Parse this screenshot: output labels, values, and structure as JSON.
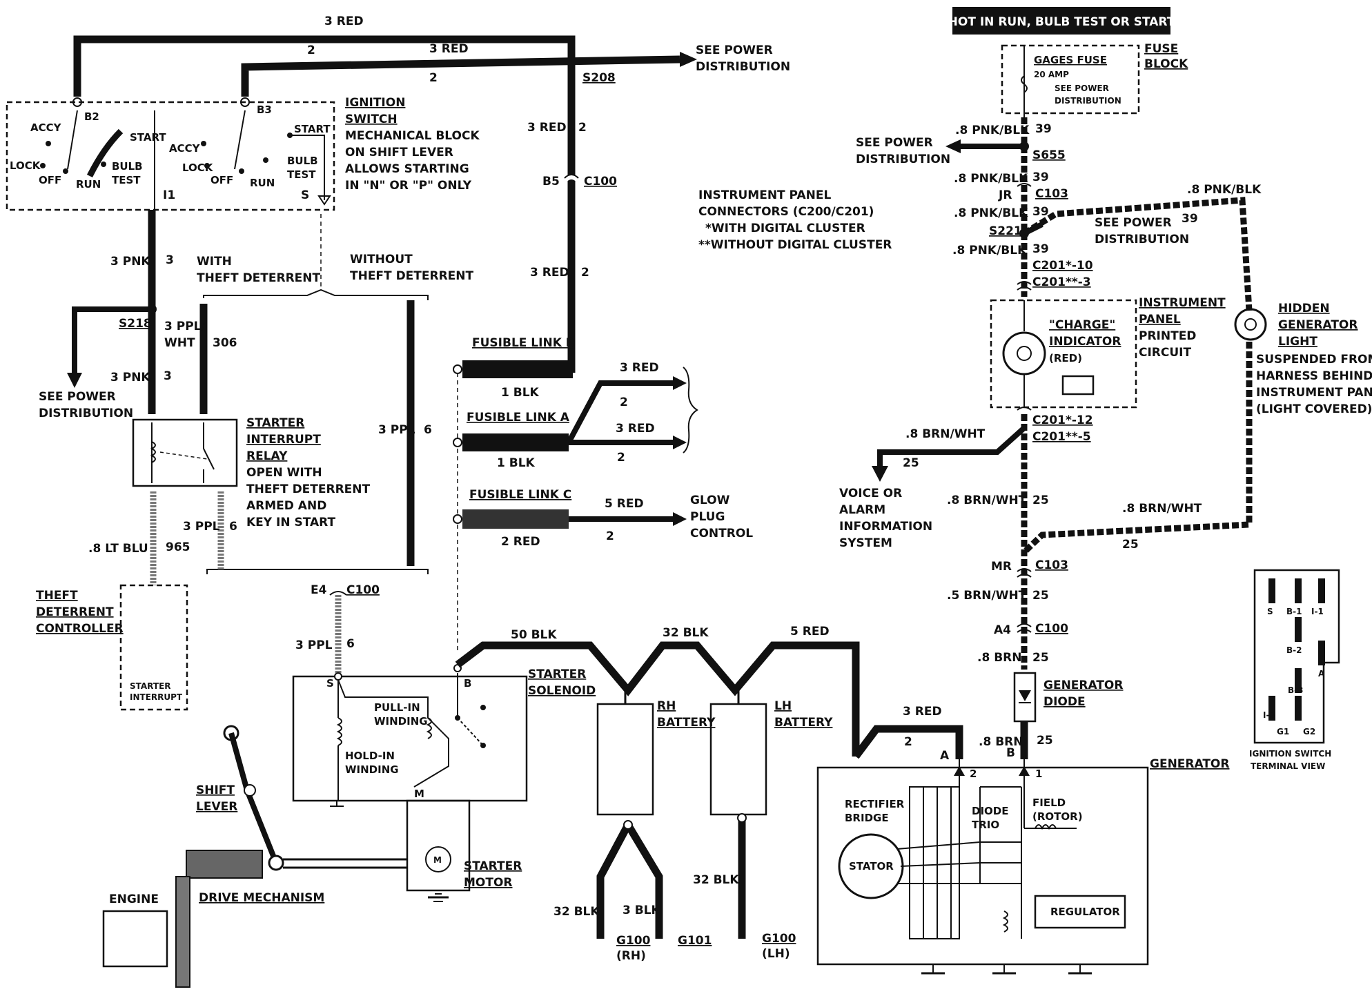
{
  "header_banner": "HOT IN RUN, BULB TEST OR START",
  "labels": {
    "top_3red": "3 RED",
    "top_2": "2",
    "top2_3red": "3 RED",
    "top2_2": "2",
    "see_power_top": "SEE POWER",
    "see_power_top2": "DISTRIBUTION",
    "s208": "S208",
    "ign_title1": "IGNITION",
    "ign_title2": "SWITCH",
    "ign_title3": "MECHANICAL BLOCK",
    "ign_title4": "ON SHIFT LEVER",
    "ign_title5": "ALLOWS STARTING",
    "ign_title6": "IN \"N\" OR \"P\" ONLY",
    "b2": "B2",
    "b3": "B3",
    "i1": "I1",
    "s_term": "S",
    "accy1": "ACCY",
    "lock1": "LOCK",
    "off1": "OFF",
    "run1": "RUN",
    "start1": "START",
    "bulb1": "BULB",
    "test1": "TEST",
    "accy2": "ACCY",
    "lock2": "LOCK",
    "off2": "OFF",
    "run2": "RUN",
    "start2": "START",
    "bulb2": "BULB",
    "test2": "TEST",
    "c100_3red": "3 RED",
    "c100_2": "2",
    "b5": "B5",
    "c100a": "C100",
    "c100b_3red": "3 RED",
    "c100b_2": "2",
    "pnk3": "3 PNK",
    "pnk3n": "3",
    "with_td1": "WITH",
    "with_td2": "THEFT DETERRENT",
    "without_td1": "WITHOUT",
    "without_td2": "THEFT DETERRENT",
    "s218": "S218",
    "ppl_wht1": "3 PPL/",
    "ppl_wht2": "WHT",
    "n306": "306",
    "see_pd_left1": "SEE POWER",
    "see_pd_left2": "DISTRIBUTION",
    "pnk3b": "3 PNK",
    "pnk3bn": "3",
    "sir1": "STARTER",
    "sir2": "INTERRUPT",
    "sir3": "RELAY",
    "sir4": "OPEN WITH",
    "sir5": "THEFT DETERRENT",
    "sir6": "ARMED AND",
    "sir7": "KEY IN START",
    "ppl3": "3 PPL",
    "ppl3n": "6",
    "ppl3b": "3 PPL",
    "ppl3bn": "6",
    "ltblu": ".8 LT BLU",
    "n965": "965",
    "tdc1": "THEFT",
    "tdc2": "DETERRENT",
    "tdc3": "CONTROLLER",
    "si1": "STARTER",
    "si2": "INTERRUPT",
    "fl_b": "FUSIBLE LINK B",
    "fl_b_blk": "1 BLK",
    "fl_a": "FUSIBLE LINK A",
    "fl_a_blk": "1 BLK",
    "fl_a_3red1": "3 RED",
    "fl_a_2a": "2",
    "fl_a_3red2": "3 RED",
    "fl_a_2b": "2",
    "fl_c": "FUSIBLE LINK C",
    "fl_c_red": "2 RED",
    "fl_c_5red": "5 RED",
    "fl_c_2": "2",
    "glow1": "GLOW",
    "glow2": "PLUG",
    "glow3": "CONTROL",
    "e4": "E4",
    "c100c": "C100",
    "ppl3c": "3 PPL",
    "ppl3cn": "6",
    "sol1": "STARTER",
    "sol2": "SOLENOID",
    "pull1": "PULL-IN",
    "pull2": "WINDING",
    "hold1": "HOLD-IN",
    "hold2": "WINDING",
    "sol_s": "S",
    "sol_b": "B",
    "sol_m": "M",
    "shift1": "SHIFT",
    "shift2": "LEVER",
    "engine": "ENGINE",
    "drive": "DRIVE MECHANISM",
    "motor1": "STARTER",
    "motor2": "MOTOR",
    "motor_m": "M",
    "blk50": "50 BLK",
    "blk32": "32 BLK",
    "red5": "5 RED",
    "rh1": "RH",
    "rh2": "BATTERY",
    "lh1": "LH",
    "lh2": "BATTERY",
    "blk32a": "32 BLK",
    "blk3": "3 BLK",
    "blk32b": "32 BLK",
    "g100rh": "G100",
    "g100rh2": "(RH)",
    "g101": "G101",
    "g100lh": "G100",
    "g100lh2": "(LH)",
    "ipc1": "INSTRUMENT PANEL",
    "ipc2": "CONNECTORS (C200/C201)",
    "ipc3": "*WITH DIGITAL CLUSTER",
    "ipc4": "**WITHOUT DIGITAL CLUSTER",
    "gages1": "GAGES FUSE",
    "gages2": "20 AMP",
    "gages3": "SEE POWER",
    "gages4": "DISTRIBUTION",
    "fuse1": "FUSE",
    "fuse2": "BLOCK",
    "pnkblk1": ".8 PNK/BLK",
    "n39a": "39",
    "see_pd_r1": "SEE POWER",
    "see_pd_r2": "DISTRIBUTION",
    "s655": "S655",
    "pnkblk2": ".8 PNK/BLK",
    "n39b": "39",
    "jr": "JR",
    "c103a": "C103",
    "pnkblk3": ".8 PNK/BLK",
    "n39c": "39",
    "s221": "S221",
    "pnkblk4": ".8 PNK/BLK",
    "n39d": "39",
    "see_pd_s1": "SEE POWER",
    "see_pd_s2": "DISTRIBUTION",
    "n39e": "39",
    "pnkblk5": ".8 PNK/BLK",
    "c201a": "C201*-10",
    "c201b": "C201**-3",
    "ipb1": "INSTRUMENT",
    "ipb2": "PANEL",
    "ipb3": "PRINTED",
    "ipb4": "CIRCUIT",
    "ci1": "\"CHARGE\"",
    "ci2": "INDICATOR",
    "ci3": "(RED)",
    "hgl1": "HIDDEN",
    "hgl2": "GENERATOR",
    "hgl3": "LIGHT",
    "hgl4": "SUSPENDED FROM",
    "hgl5": "HARNESS BEHIND",
    "hgl6": "INSTRUMENT PANEL",
    "hgl7": "(LIGHT COVERED)",
    "c201c": "C201*-12",
    "c201d": "C201**-5",
    "brnwht1": ".8 BRN/WHT",
    "n25a": "25",
    "voice1": "VOICE OR",
    "voice2": "ALARM",
    "voice3": "INFORMATION",
    "voice4": "SYSTEM",
    "brnwht2": ".8 BRN/WHT",
    "n25b": "25",
    "brnwht3": ".8 BRN/WHT",
    "n25c": "25",
    "mr": "MR",
    "c103b": "C103",
    "brnwht4": ".5 BRN/WHT",
    "n25d": "25",
    "a4": "A4",
    "c100d": "C100",
    "brn1": ".8 BRN",
    "n25e": "25",
    "gd1": "GENERATOR",
    "gd2": "DIODE",
    "gen_3red": "3 RED",
    "gen_2": "2",
    "brn2": ".8 BRN",
    "n25f": "25",
    "gen_a": "A",
    "gen_b": "B",
    "gen_2b": "2",
    "gen_1": "1",
    "gen": "GENERATOR",
    "rect1": "RECTIFIER",
    "rect2": "BRIDGE",
    "trio1": "DIODE",
    "trio2": "TRIO",
    "field1": "FIELD",
    "field2": "(ROTOR)",
    "stator": "STATOR",
    "reg": "REGULATOR",
    "tv_s": "S",
    "tv_b1": "B-1",
    "tv_i1": "I-1",
    "tv_b2": "B-2",
    "tv_a": "A",
    "tv_b3": "B-3",
    "tv_i3": "I-3",
    "tv_g1": "G1",
    "tv_g2": "G2",
    "tv1": "IGNITION SWITCH",
    "tv2": "TERMINAL VIEW"
  }
}
